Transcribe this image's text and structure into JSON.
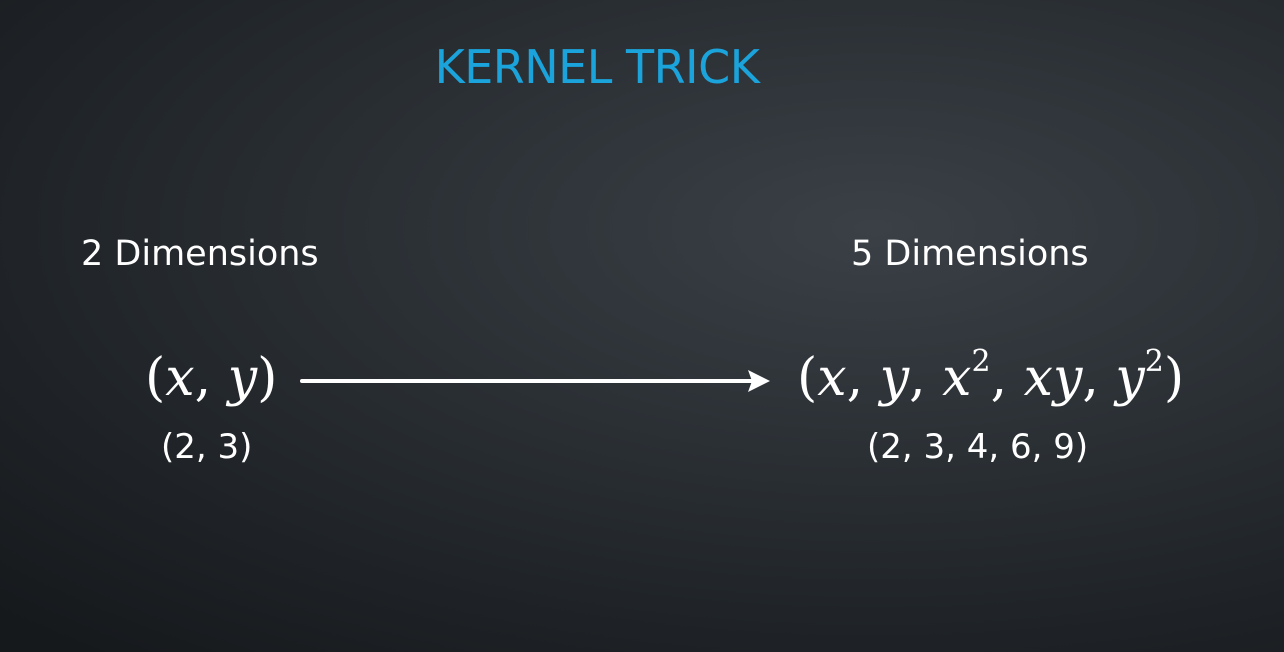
{
  "title": "KERNEL TRICK",
  "left": {
    "label": "2 Dimensions",
    "example": "(2, 3)"
  },
  "right": {
    "label": "5 Dimensions",
    "example": "(2, 3, 4, 6, 9)"
  },
  "colors": {
    "title": "#1ba3dc",
    "text": "#ffffff",
    "background": "#2b3035"
  }
}
